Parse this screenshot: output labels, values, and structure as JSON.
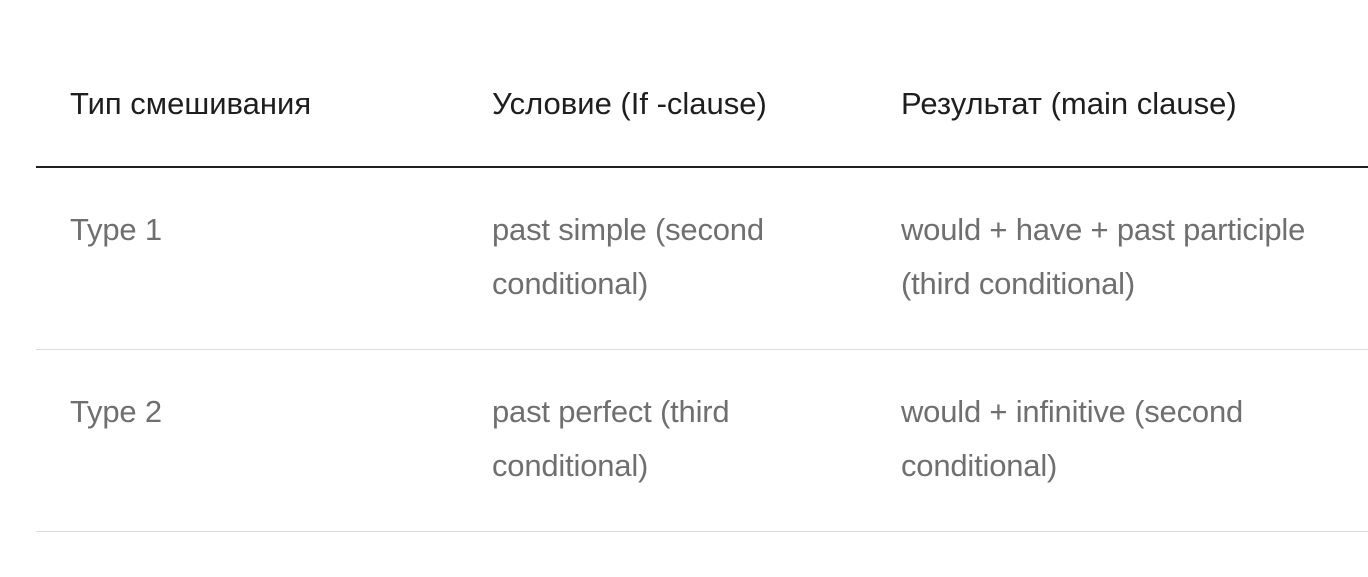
{
  "table": {
    "headers": [
      "Тип смешивания",
      "Условие (If -clause)",
      "Результат (main clause)"
    ],
    "rows": [
      {
        "type": "Type 1",
        "condition": "past simple (second conditional)",
        "result": "would + have + past participle (third conditional)"
      },
      {
        "type": "Type 2",
        "condition": "past perfect (third conditional)",
        "result": "would + infinitive (second conditional)"
      }
    ]
  }
}
